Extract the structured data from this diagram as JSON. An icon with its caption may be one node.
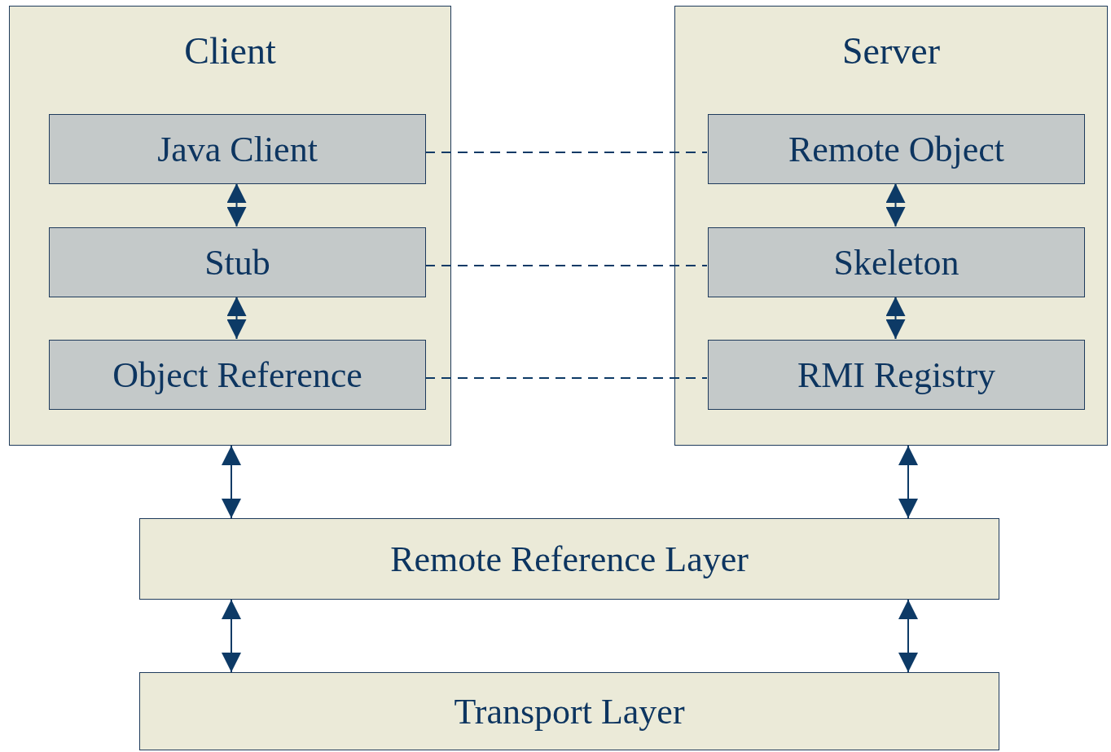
{
  "diagram": {
    "nodes": [
      {
        "text": [
          "Client"
        ]
      },
      {
        "text": [
          "Java Client"
        ],
        "in": 0
      },
      {
        "text": [
          "Stub"
        ],
        "in": 0
      },
      {
        "text": [
          "Object Reference"
        ],
        "in": 0
      },
      {
        "text": [
          "Server"
        ]
      },
      {
        "text": [
          "Remote Object"
        ],
        "in": 4
      },
      {
        "text": [
          "Skeleton"
        ],
        "in": 4
      },
      {
        "text": [
          "RMI Registry"
        ],
        "in": 4
      },
      {
        "text": [
          "Remote Reference Layer"
        ]
      },
      {
        "text": [
          "Transport Layer"
        ]
      }
    ],
    "edges": [
      {
        "from": 1,
        "to": 2,
        "arrow": "both"
      },
      {
        "from": 2,
        "to": 3,
        "arrow": "both"
      },
      {
        "from": 5,
        "to": 6,
        "arrow": "both"
      },
      {
        "from": 6,
        "to": 7,
        "arrow": "both"
      },
      {
        "from": 1,
        "to": 5,
        "arrow": "none",
        "style": "dashed"
      },
      {
        "from": 2,
        "to": 6,
        "arrow": "none",
        "style": "dashed"
      },
      {
        "from": 3,
        "to": 7,
        "arrow": "none",
        "style": "dashed"
      },
      {
        "from": 0,
        "to": 8,
        "arrow": "both"
      },
      {
        "from": 4,
        "to": 8,
        "arrow": "both"
      },
      {
        "from": 8,
        "to": 9,
        "arrow": "both"
      },
      {
        "from": 8,
        "to": 9,
        "arrow": "both"
      }
    ]
  }
}
